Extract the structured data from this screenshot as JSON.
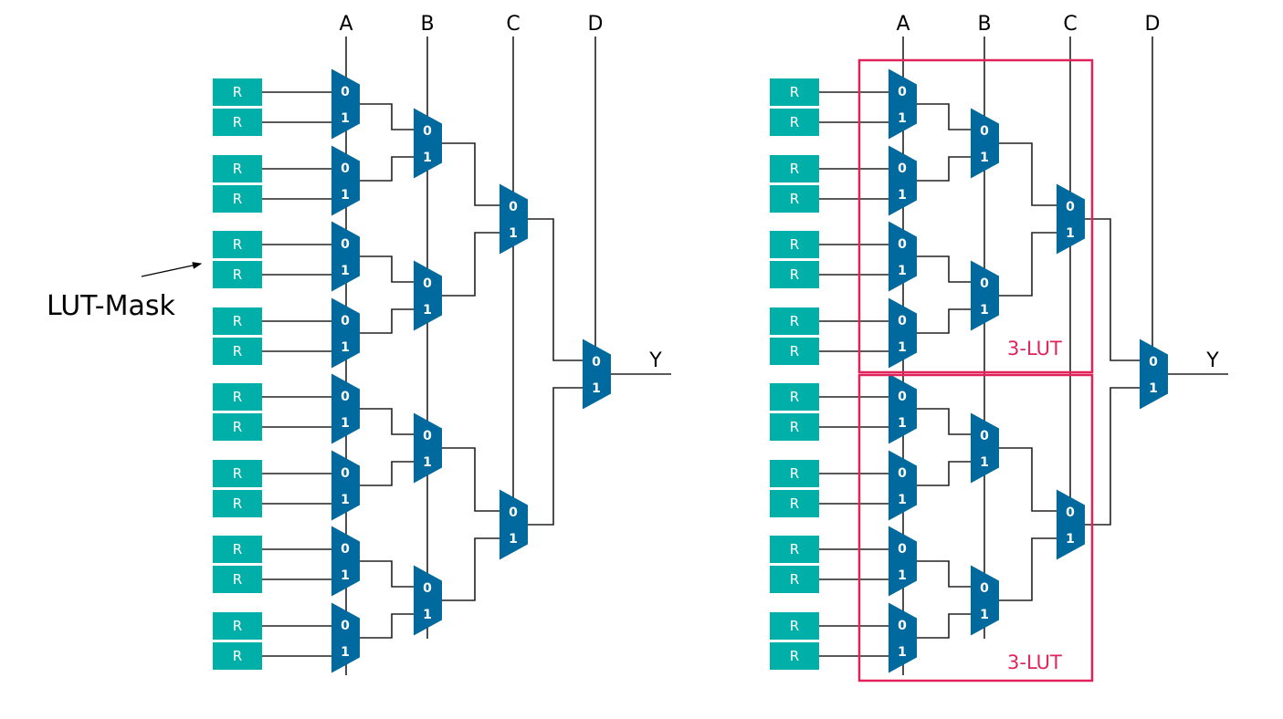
{
  "diagrams": [
    {
      "id": "plain-lut",
      "show_lut_boxes": false
    },
    {
      "id": "split-lut",
      "show_lut_boxes": true
    }
  ],
  "select_inputs": [
    "A",
    "B",
    "C",
    "D"
  ],
  "output_label": "Y",
  "register_label": "R",
  "mux_input_labels": [
    "0",
    "1"
  ],
  "annotation_label": "LUT-Mask",
  "lut_box_label": "3-LUT",
  "colors": {
    "register": "#00b0a8",
    "mux": "#00699e",
    "lut_box": "#e0245a",
    "wire": "#222222"
  }
}
